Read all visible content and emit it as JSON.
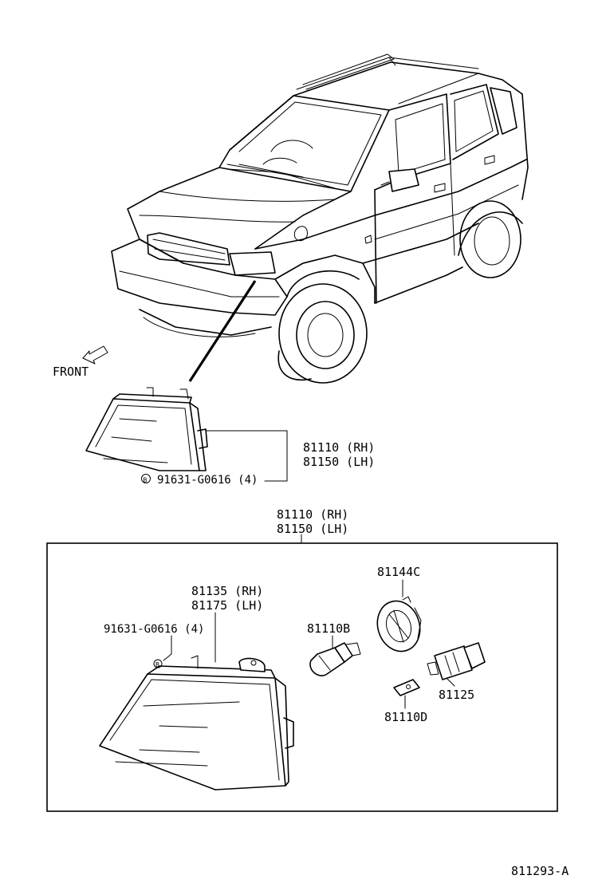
{
  "diagram": {
    "front_label": "FRONT",
    "assembly_top": {
      "line1": "81110 (RH)",
      "line2": "81150 (LH)"
    },
    "screw_top": {
      "marker": "B",
      "text": "91631-G0616 (4)"
    },
    "assembly_box": {
      "line1": "81110 (RH)",
      "line2": "81150 (LH)"
    },
    "unit": {
      "line1": "81135 (RH)",
      "line2": "81175 (LH)"
    },
    "screw_box": "91631-G0616 (4)",
    "screw_box_marker": "B",
    "bulb": "81110B",
    "cover": "81144C",
    "socket": "81125",
    "clip": "81110D",
    "figure_code": "811293-A"
  }
}
